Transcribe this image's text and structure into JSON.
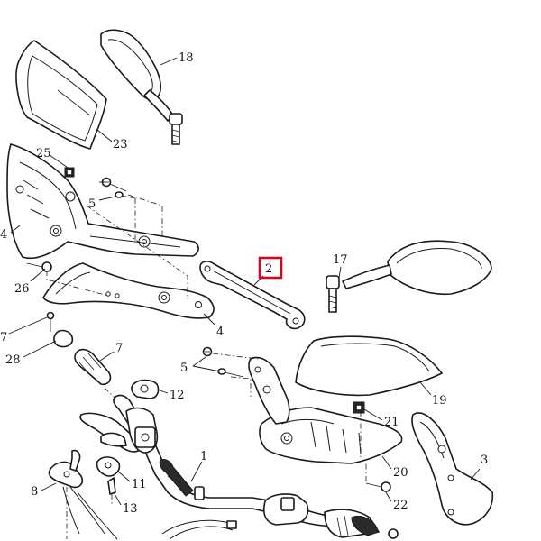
{
  "diagram": {
    "callouts": {
      "c2": "2",
      "c3": "3",
      "c4a": "4",
      "c4b": "4",
      "c5a": "5",
      "c5b": "5",
      "c7a": "7",
      "c7b": "7",
      "c8": "8",
      "c11": "11",
      "c12": "12",
      "c13": "13",
      "c17": "17",
      "c18": "18",
      "c19": "19",
      "c20": "20",
      "c21": "21",
      "c22": "22",
      "c23": "23",
      "c25": "25",
      "c26": "26",
      "c28": "28",
      "c1": "1"
    },
    "highlighted_callout": "2",
    "highlight_color": "#e0001a"
  }
}
